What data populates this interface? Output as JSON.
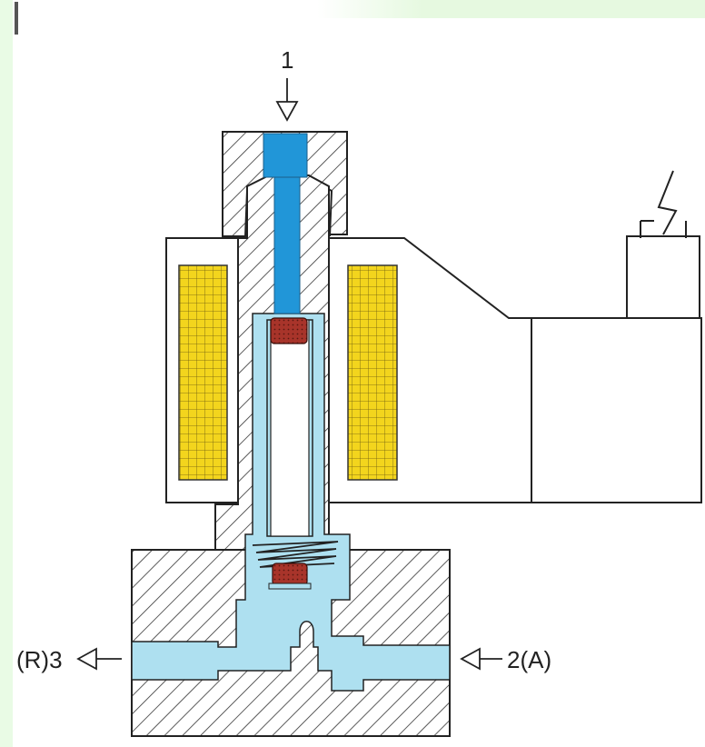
{
  "ports": {
    "inlet": "1",
    "outlet_a": "2(A)",
    "exhaust_r": "(R)3"
  },
  "colors": {
    "fluid_light": "#aee0f0",
    "fluid_dark": "#2196d8",
    "coil": "#f3d51d",
    "seal": "#a8342a",
    "hatch": "#333333",
    "line": "#222222"
  },
  "icons": {
    "electrical_connector": "lightning-bolt-icon"
  }
}
